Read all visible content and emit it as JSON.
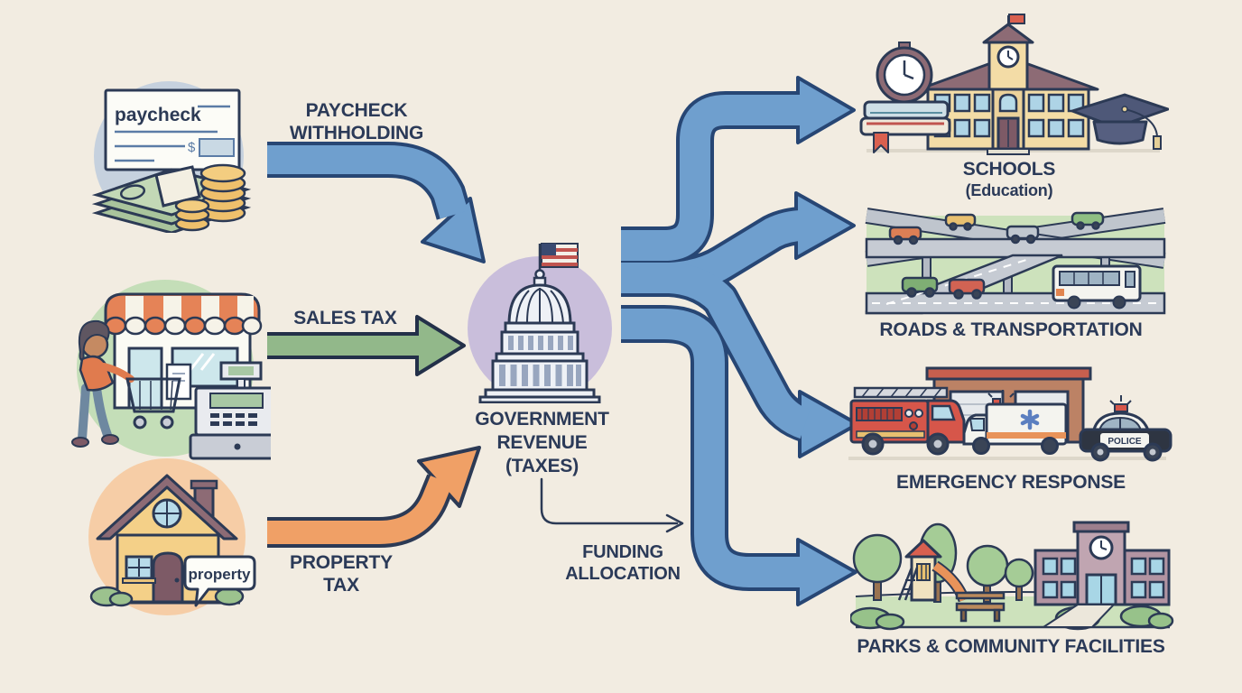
{
  "colors": {
    "background": "#f2ece1",
    "ink": "#2b3a58",
    "blue_arrow_fill": "#6f9fce",
    "blue_arrow_outline": "#274674",
    "green_arrow_fill": "#92b88a",
    "orange_arrow_fill": "#f0a066",
    "capitol_circle": "#c9bedb",
    "paycheck_circle": "#c6d1de",
    "store_circle": "#c4deb8",
    "house_circle": "#f6cda6"
  },
  "sources": [
    {
      "id": "paycheck-withholding",
      "label_line1": "PAYCHECK",
      "label_line2": "WITHHOLDING",
      "check_label": "paycheck"
    },
    {
      "id": "sales-tax",
      "label_line1": "SALES TAX"
    },
    {
      "id": "property-tax",
      "label_line1": "PROPERTY",
      "label_line2": "TAX",
      "bubble_label": "property"
    }
  ],
  "center": {
    "line1": "GOVERNMENT",
    "line2": "REVENUE",
    "line3": "(TAXES)"
  },
  "allocation": {
    "line1": "FUNDING",
    "line2": "ALLOCATION"
  },
  "destinations": [
    {
      "id": "schools",
      "label": "SCHOOLS",
      "sublabel": "(Education)"
    },
    {
      "id": "roads",
      "label": "ROADS & TRANSPORTATION"
    },
    {
      "id": "emergency",
      "label": "EMERGENCY RESPONSE",
      "police_label": "POLICE"
    },
    {
      "id": "parks",
      "label": "PARKS & COMMUNITY FACILITIES"
    }
  ]
}
